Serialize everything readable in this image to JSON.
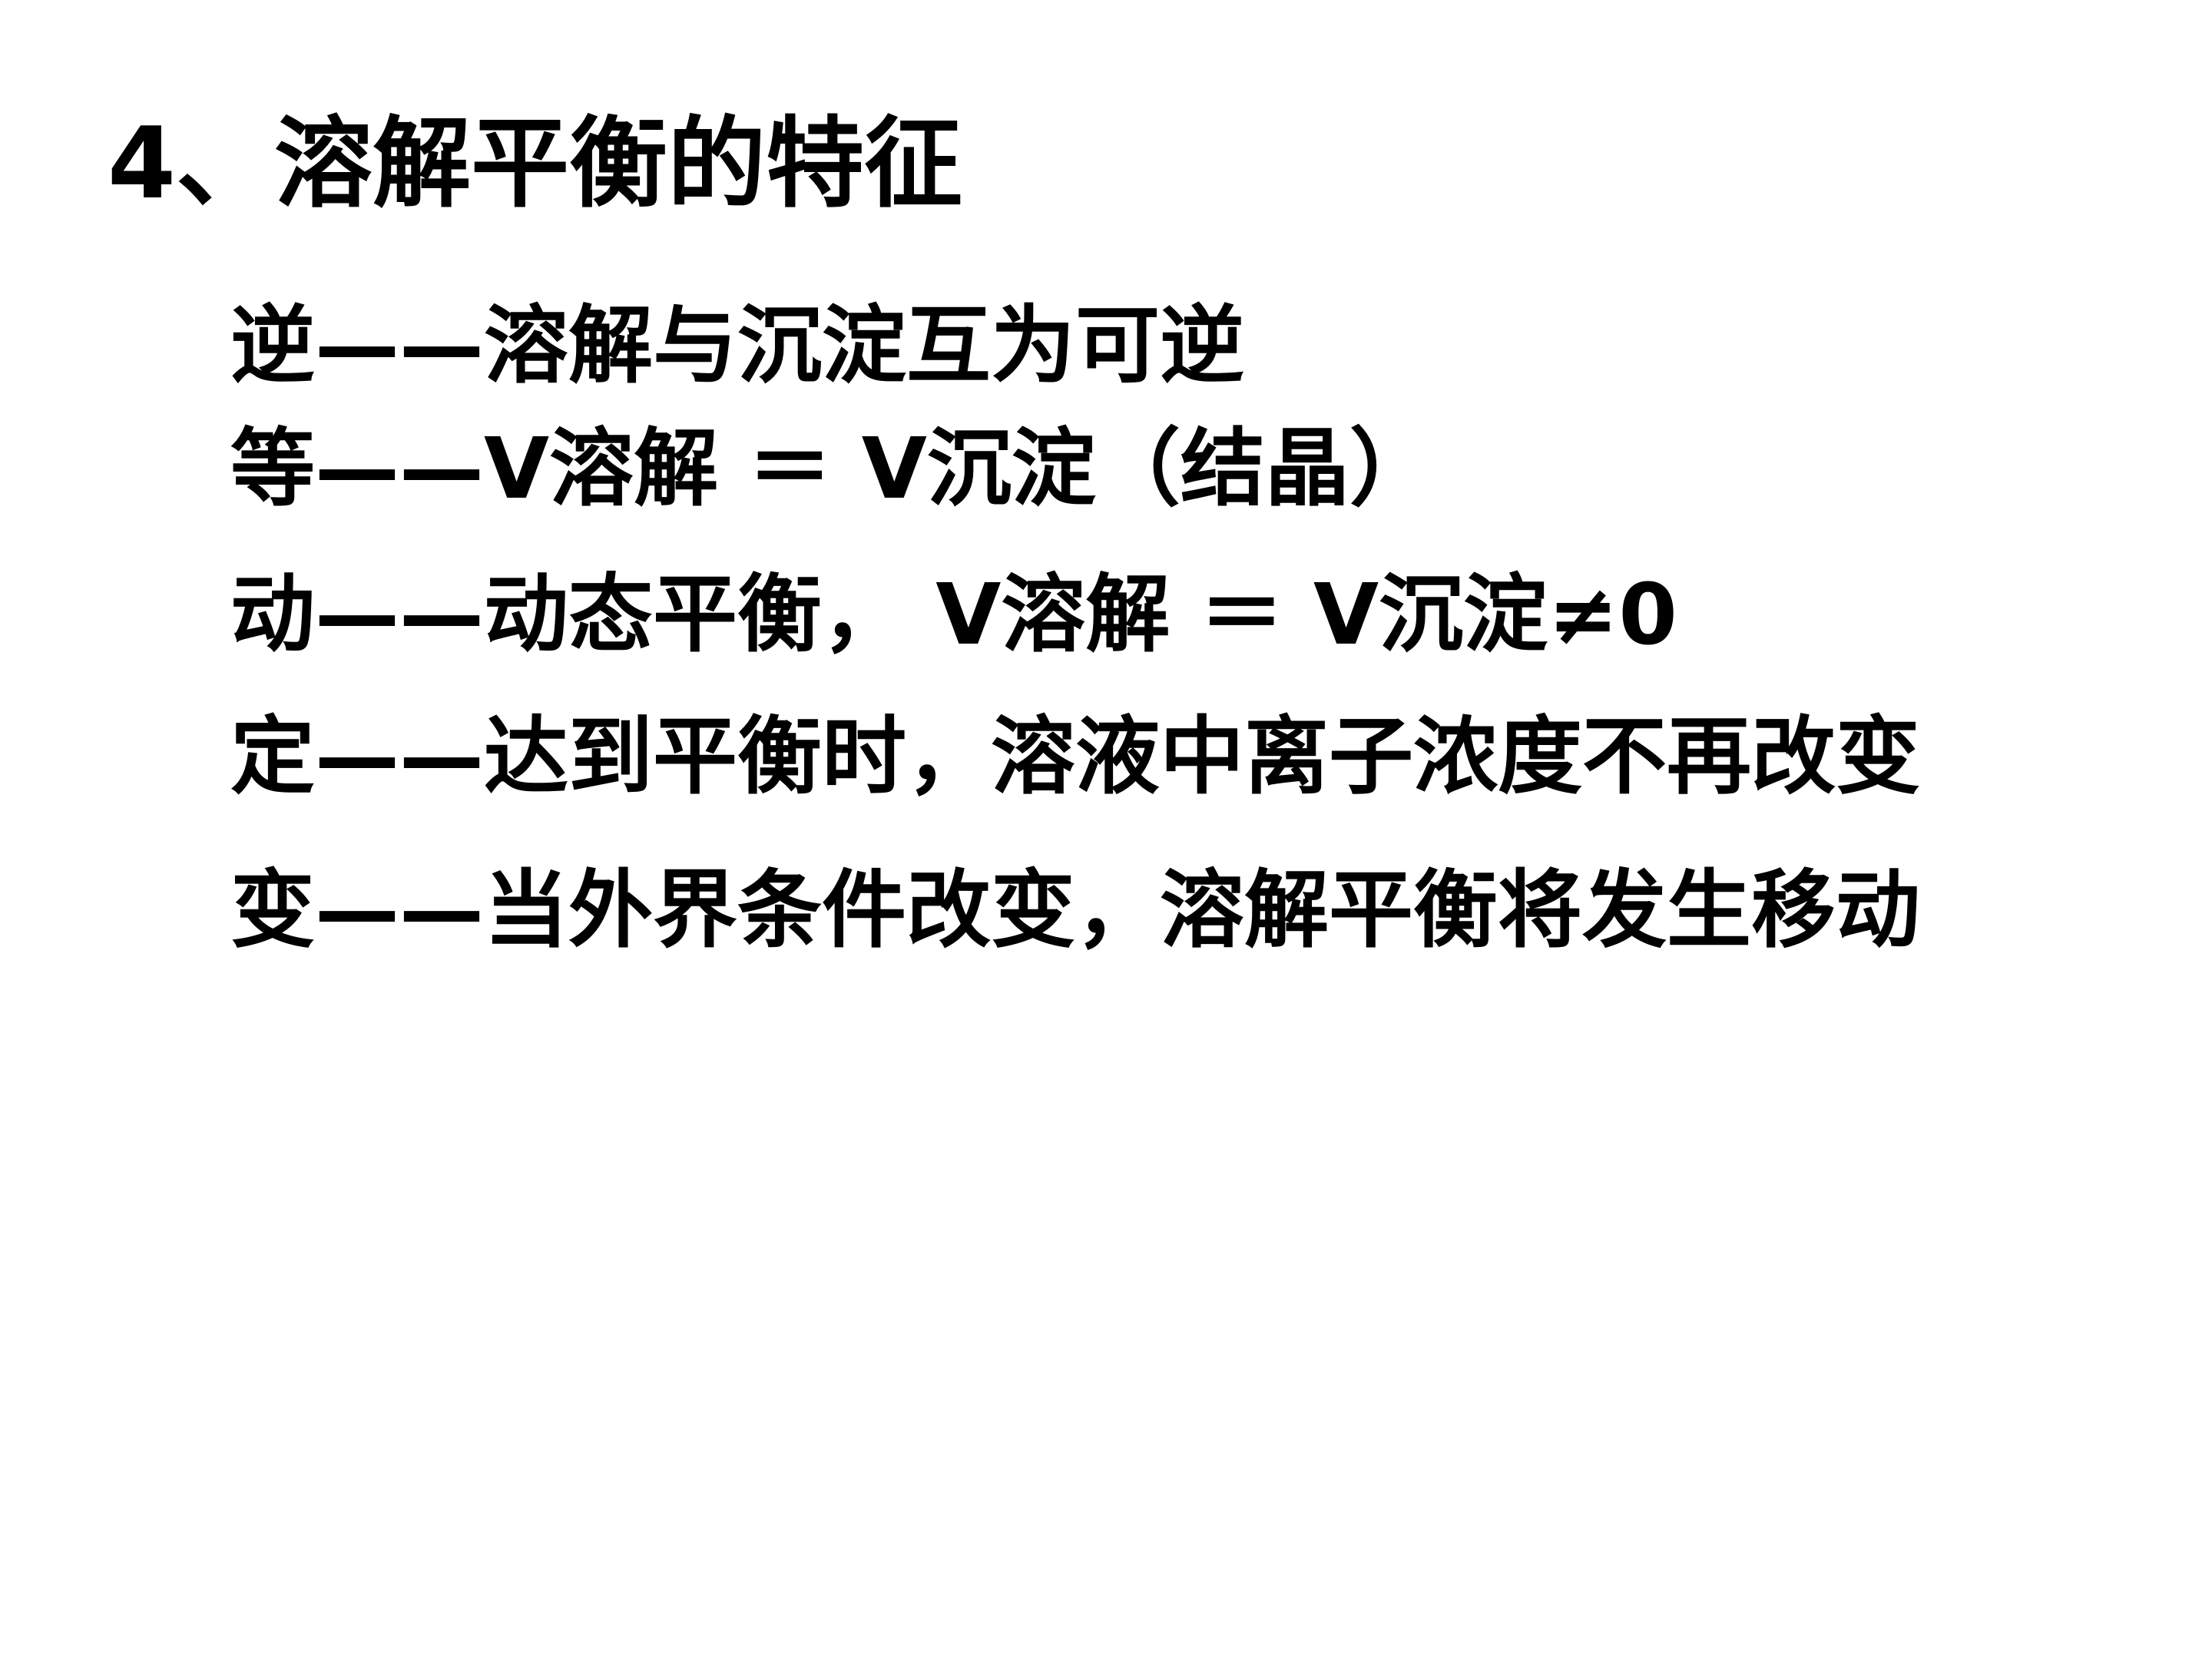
{
  "slide": {
    "title": "4、溶解平衡的特征",
    "lines": [
      {
        "term": "逆",
        "dash": "——",
        "desc": "溶解与沉淀互为可逆"
      },
      {
        "term": "等",
        "dash": "——",
        "desc": "V溶解 ＝ V沉淀（结晶）"
      },
      {
        "term": "动",
        "dash": "——",
        "desc": "动态平衡， V溶解 ＝ V沉淀≠0"
      },
      {
        "term": "定",
        "dash": "——",
        "desc": "达到平衡时，溶液中离子浓度不再改变"
      },
      {
        "term": "变",
        "dash": "——",
        "desc": "当外界条件改变，溶解平衡将发生移动"
      }
    ]
  },
  "colors": {
    "background": "#ffffff",
    "text": "#000000"
  }
}
